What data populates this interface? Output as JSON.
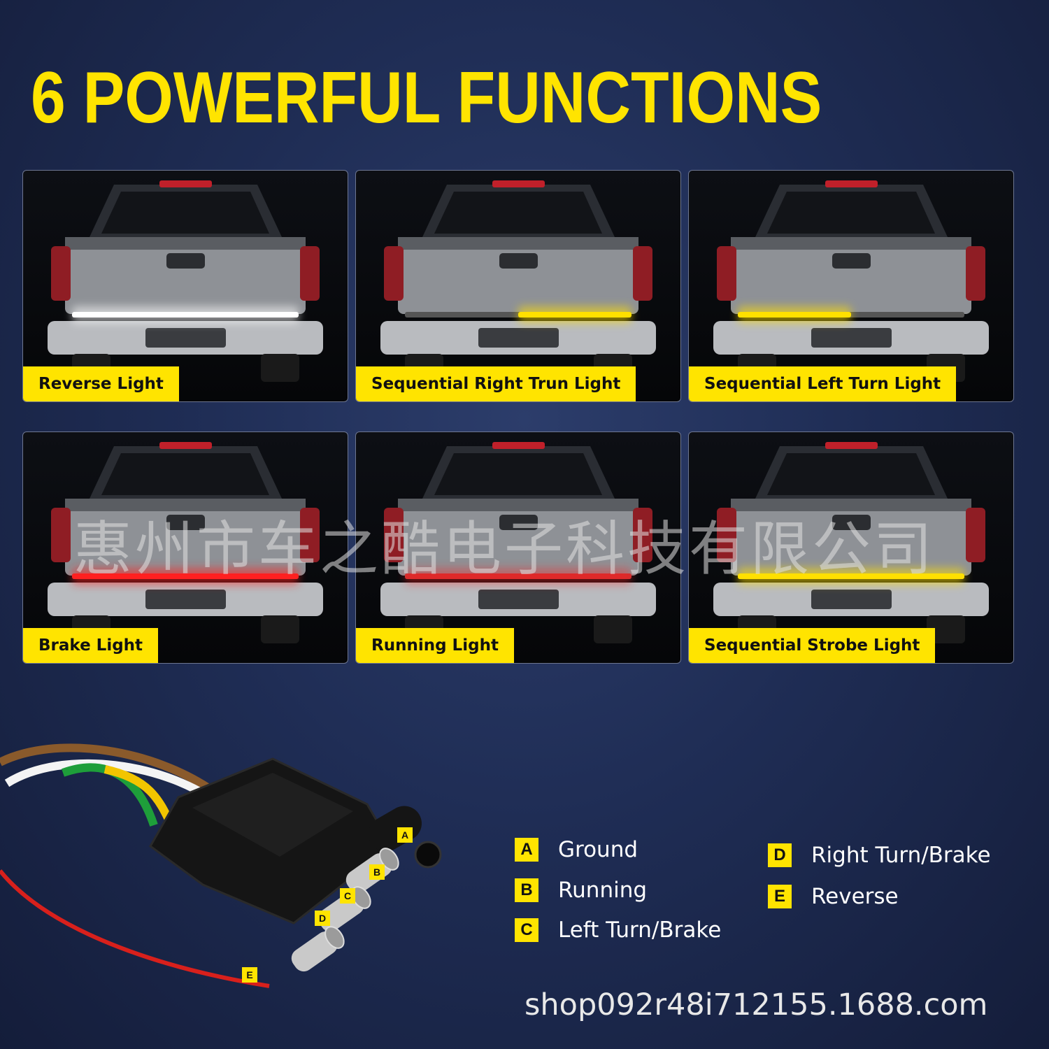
{
  "title": "6 POWERFUL FUNCTIONS",
  "functions": [
    {
      "label": "Reverse Light",
      "bar_color": "#ffffff",
      "mode": "full"
    },
    {
      "label": "Sequential Right Trun Light",
      "bar_color": "#ffe000",
      "mode": "right"
    },
    {
      "label": "Sequential Left Turn Light",
      "bar_color": "#ffe000",
      "mode": "left"
    },
    {
      "label": "Brake Light",
      "bar_color": "#ff2020",
      "mode": "full"
    },
    {
      "label": "Running Light",
      "bar_color": "#ff2020",
      "mode": "dim"
    },
    {
      "label": "Sequential Strobe Light",
      "bar_color": "#ffe000",
      "mode": "full"
    }
  ],
  "watermark": "惠州市车之酷电子科技有限公司",
  "wiring": {
    "pins": [
      {
        "letter": "A",
        "name": "Ground"
      },
      {
        "letter": "B",
        "name": "Running"
      },
      {
        "letter": "C",
        "name": "Left Turn/Brake"
      },
      {
        "letter": "D",
        "name": "Right Turn/Brake"
      },
      {
        "letter": "E",
        "name": "Reverse"
      }
    ],
    "wire_colors": [
      "#8a5a2b",
      "#ffffff",
      "#1e9e3a",
      "#f2c500",
      "#d8201c"
    ]
  },
  "footer_url": "shop092r48i712155.1688.com",
  "accent": "#ffe400"
}
